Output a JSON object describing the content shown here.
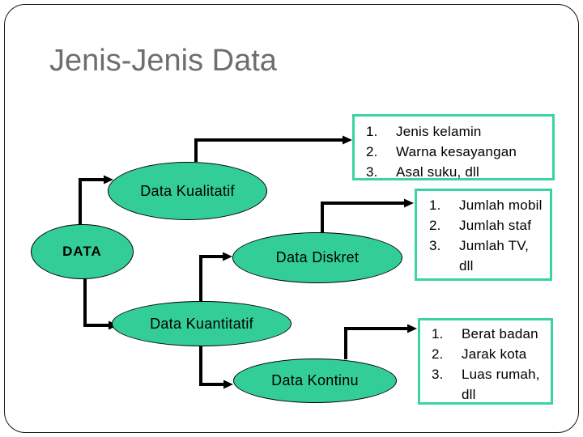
{
  "slide": {
    "title": "Jenis-Jenis Data",
    "nodes": {
      "root": {
        "label": "DATA"
      },
      "kualitatif": {
        "label": "Data Kualitatif"
      },
      "kuantitatif": {
        "label": "Data Kuantitatif"
      },
      "diskret": {
        "label": "Data Diskret"
      },
      "kontinu": {
        "label": "Data Kontinu"
      }
    },
    "example_boxes": {
      "kualitatif": {
        "items": [
          {
            "n": "1.",
            "t": "Jenis kelamin"
          },
          {
            "n": "2.",
            "t": "Warna kesayangan"
          },
          {
            "n": "3.",
            "t": "Asal suku, dll"
          }
        ]
      },
      "diskret": {
        "items": [
          {
            "n": "1.",
            "t": "Jumlah mobil"
          },
          {
            "n": "2.",
            "t": "Jumlah staf"
          },
          {
            "n": "3.",
            "t": "Jumlah TV,\ndll"
          }
        ]
      },
      "kontinu": {
        "items": [
          {
            "n": "1.",
            "t": "Berat badan"
          },
          {
            "n": "2.",
            "t": "Jarak kota"
          },
          {
            "n": "3.",
            "t": "Luas rumah,\ndll"
          }
        ]
      }
    },
    "colors": {
      "node_fill": "#33ce98",
      "box_border": "#3bd3a5",
      "title_color": "#6e6e6e",
      "connector": "#000000"
    }
  }
}
